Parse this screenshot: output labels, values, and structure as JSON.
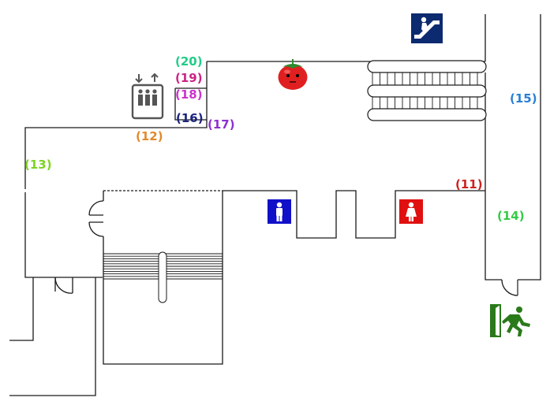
{
  "labels": [
    {
      "id": "11",
      "text": "(11)",
      "color": "#cc2222"
    },
    {
      "id": "12",
      "text": "(12)",
      "color": "#e08a2c"
    },
    {
      "id": "13",
      "text": "(13)",
      "color": "#7ed321"
    },
    {
      "id": "14",
      "text": "(14)",
      "color": "#33cc44"
    },
    {
      "id": "15",
      "text": "(15)",
      "color": "#2a7fd4"
    },
    {
      "id": "16",
      "text": "(16)",
      "color": "#1a237e"
    },
    {
      "id": "17",
      "text": "(17)",
      "color": "#8e2fd1"
    },
    {
      "id": "18",
      "text": "(18)",
      "color": "#cc33cc"
    },
    {
      "id": "19",
      "text": "(19)",
      "color": "#cc2288"
    },
    {
      "id": "20",
      "text": "(20)",
      "color": "#22cc88"
    }
  ],
  "icons": {
    "elevator": "elevator-icon",
    "escalator": "escalator-icon",
    "restroom_men": "mens-restroom-icon",
    "restroom_women": "womens-restroom-icon",
    "exit": "emergency-exit-icon",
    "marker": "tomato-marker-icon"
  },
  "colors": {
    "escalator_bg": "#0b2a6f",
    "men_bg": "#1010c8",
    "women_bg": "#e01010",
    "exit_green": "#2a7a1a",
    "elevator_gray": "#555555",
    "tomato_red": "#e02020",
    "tomato_leaf": "#2e8b2e"
  }
}
